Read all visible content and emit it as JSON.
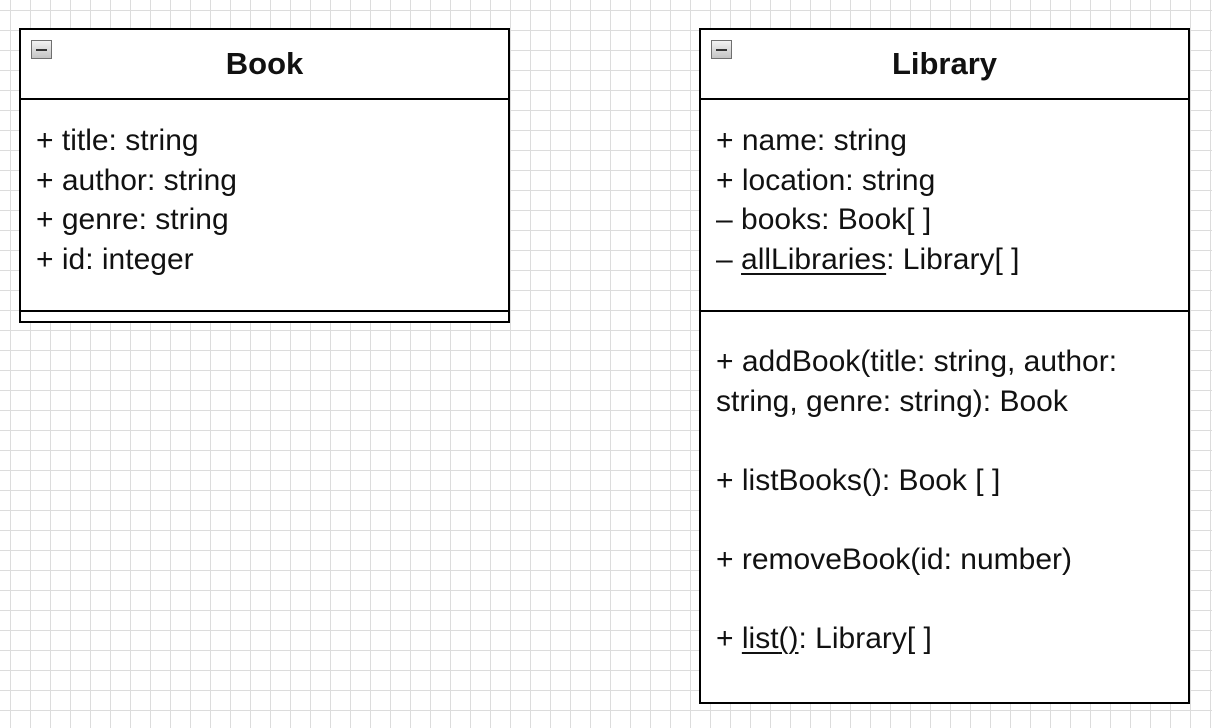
{
  "classes": {
    "book": {
      "name": "Book",
      "attributes": [
        {
          "prefix": "+ ",
          "name": "title",
          "suffix": ": string"
        },
        {
          "prefix": "+ ",
          "name": "author",
          "suffix": ": string"
        },
        {
          "prefix": "+ ",
          "name": "genre",
          "suffix": ": string"
        },
        {
          "prefix": "+ ",
          "name": "id",
          "suffix": ": integer"
        }
      ],
      "operations": []
    },
    "library": {
      "name": "Library",
      "attributes": [
        {
          "prefix": "+ ",
          "name": "name",
          "suffix": ": string"
        },
        {
          "prefix": "+ ",
          "name": "location",
          "suffix": ": string"
        },
        {
          "prefix": "– ",
          "name": "books",
          "suffix": ": Book[ ]"
        },
        {
          "prefix": "– ",
          "name": "allLibraries",
          "suffix": ": Library[ ]",
          "static": true
        }
      ],
      "operations": [
        {
          "prefix": "+ ",
          "name": "addBook",
          "suffix": "(title: string, author: string, genre: string): Book"
        },
        {
          "prefix": "+ ",
          "name": "listBooks",
          "suffix": "(): Book [ ]"
        },
        {
          "prefix": "+ ",
          "name": "removeBook",
          "suffix": "(id: number)"
        },
        {
          "prefix": "+ ",
          "name": "list",
          "suffix": "(): Library[ ]",
          "static": true,
          "underline_parens": true
        }
      ]
    }
  }
}
